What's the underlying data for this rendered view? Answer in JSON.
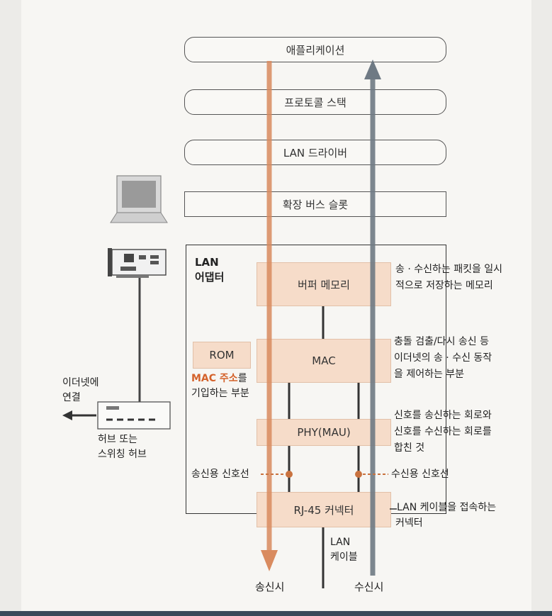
{
  "layers": {
    "application": "애플리케이션",
    "protocol_stack": "프로토콜 스택",
    "lan_driver": "LAN 드라이버",
    "expansion_slot": "확장 버스 슬롯"
  },
  "adapter": {
    "title_line1": "LAN",
    "title_line2": "어댑터",
    "buffer_memory": "버퍼 메모리",
    "rom": "ROM",
    "mac": "MAC",
    "phy": "PHY(MAU)",
    "rj45": "RJ-45 커넥터",
    "rom_note_accent": "MAC 주소",
    "rom_note_rest1": "를",
    "rom_note_line2": "기입하는 부분"
  },
  "notes": {
    "buffer_line1": "송 · 수신하는 패킷을 일시",
    "buffer_line2": "적으로 저장하는 메모리",
    "mac_line1": "충돌 검출/다시 송신 등",
    "mac_line2": "이더넷의 송 · 수신 동작",
    "mac_line3": "을 제어하는 부분",
    "phy_line1": "신호를 송신하는 회로와",
    "phy_line2": "신호를 수신하는 회로를",
    "phy_line3": "합친 것",
    "rx_line": "수신용 신호선",
    "tx_line": "송신용 신호선",
    "rj45_line1": "LAN 케이블을 접속하는",
    "rj45_line2": "커넥터"
  },
  "left": {
    "ethernet_line1": "이더넷에",
    "ethernet_line2": "연결",
    "hub_line1": "허브 또는",
    "hub_line2": "스위칭 허브"
  },
  "bottom": {
    "send": "송신시",
    "receive": "수신시",
    "cable_line1": "LAN",
    "cable_line2": "케이블"
  },
  "colors": {
    "send_arrow": "#d98b5f",
    "receive_arrow": "#6f7a84",
    "box_fill": "#f6dcc9",
    "accent_text": "#d4622b"
  }
}
